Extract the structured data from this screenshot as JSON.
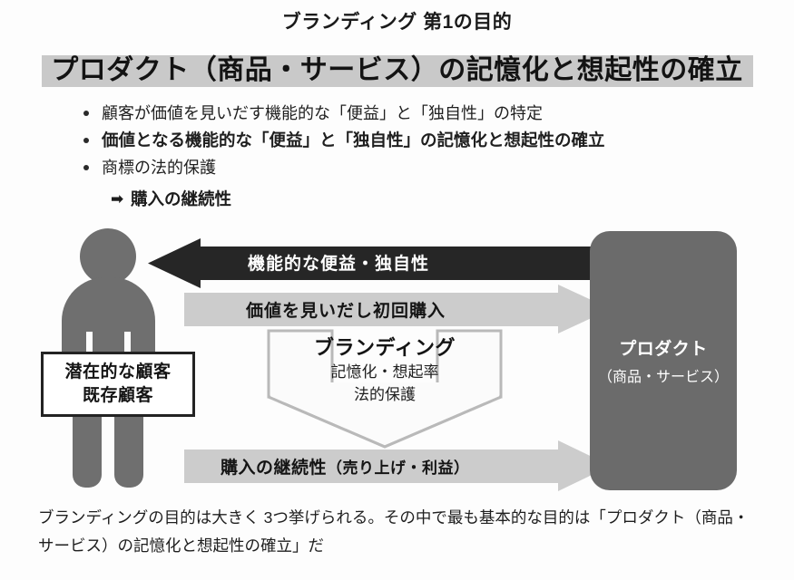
{
  "header": {
    "eyebrow": "ブランディング 第1の目的",
    "title": "プロダクト（商品・サービス）の記憶化と想起性の確立",
    "band_color": "#c9c9c9"
  },
  "bullets": [
    {
      "text": "顧客が価値を見いだす機能的な「便益」と「独自性」の特定",
      "bold": false
    },
    {
      "text": "価値となる機能的な「便益」と「独自性」の記憶化と想起性の確立",
      "bold": true
    },
    {
      "text": "商標の法的保護",
      "bold": false
    }
  ],
  "conclusion": {
    "glyph": "➡",
    "text": "購入の継続性"
  },
  "diagram": {
    "person": {
      "sign_line1": "潜在的な顧客",
      "sign_line2": "既存顧客",
      "fill_color": "#6f6f6f"
    },
    "product": {
      "line1": "プロダクト",
      "line2": "（商品・サービス）",
      "fill_color": "#6b6b6b"
    },
    "arrows": [
      {
        "name": "functional-benefit",
        "label": "機能的な便益・独自性",
        "direction": "right-to-left",
        "color": "#262626"
      },
      {
        "name": "first-purchase",
        "label": "価値を見いだし初回購入",
        "direction": "left-to-right",
        "color": "#cccccc"
      },
      {
        "name": "repeat-purchase",
        "label": "購入の継続性",
        "label_sub": "（売り上げ・利益）",
        "direction": "left-to-right",
        "color": "#cccccc"
      }
    ],
    "branding_arrow": {
      "title": "ブランディング",
      "line2": "記憶化・想起率",
      "line3": "法的保護",
      "direction": "down",
      "fill_color": "#fbfbfb",
      "stroke_color": "#b9b9b9"
    }
  },
  "caption": "ブランディングの目的は大きく 3つ挙げられる。その中で最も基本的な目的は「プロダクト（商品・サービス）の記憶化と想起性の確立」だ"
}
